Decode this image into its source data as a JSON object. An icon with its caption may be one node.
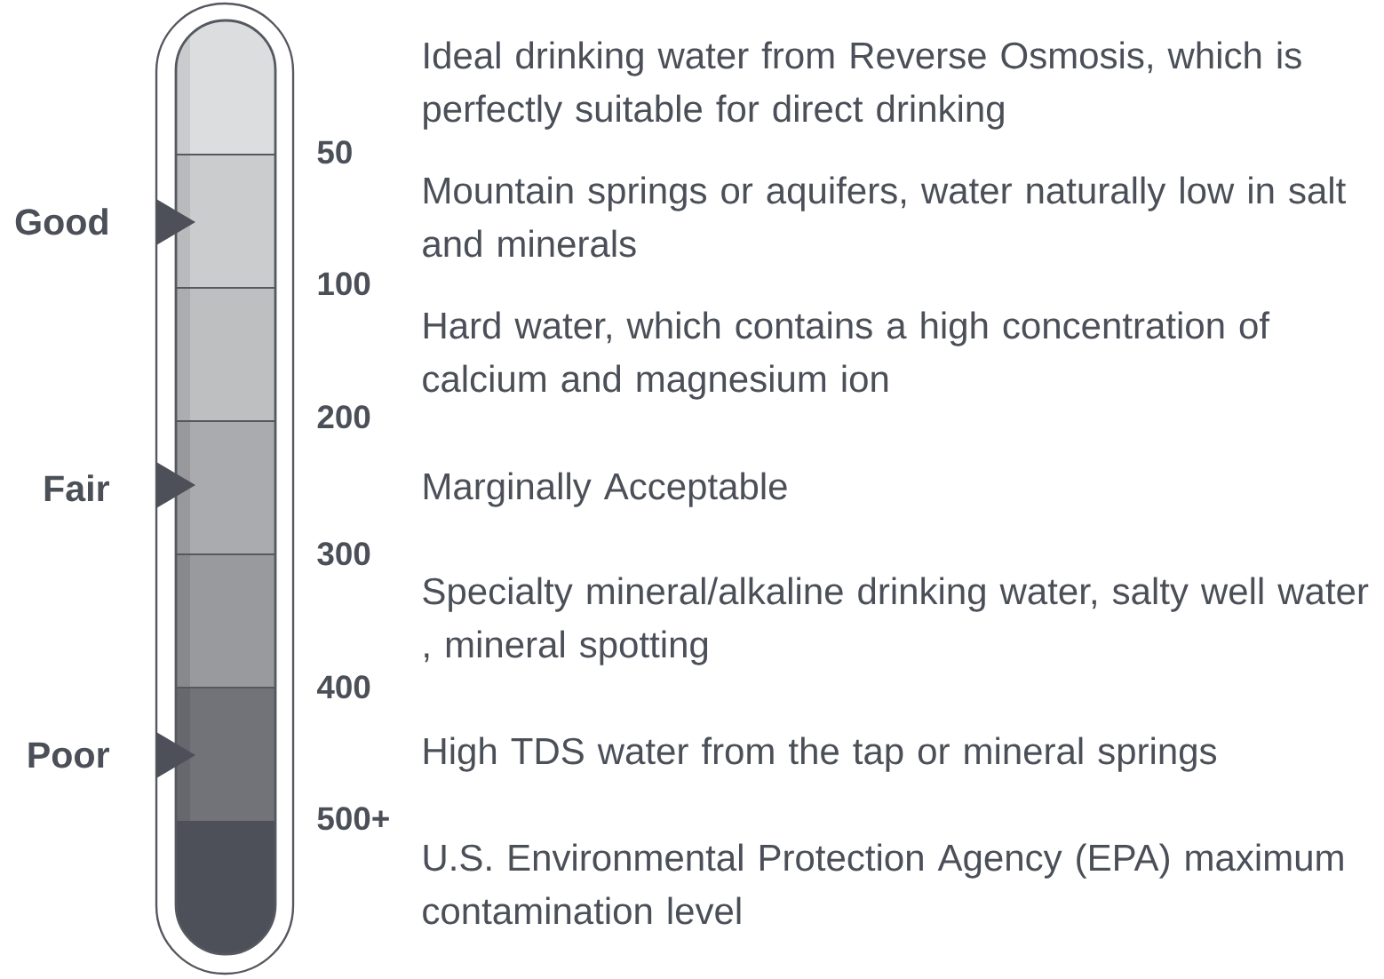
{
  "diagram": {
    "labels": [
      "Ideal drinking water from Reverse Osmosis, which is perfectly suitable for direct drinking",
      "50",
      "Good",
      "Mountain springs or aquifers, water naturally low in salt and minerals",
      "100",
      "Hard water, which contains a high concentration of calcium and magnesium ion",
      "200",
      "Fair",
      "Marginally Acceptable",
      "300",
      "Specialty mineral/alkaline drinking water, salty well water , mineral spotting",
      "400",
      "Poor",
      "High TDS water from the tap or mineral springs",
      "500+",
      "U.S. Environmental Protection Agency (EPA) maximum contamination level"
    ]
  }
}
